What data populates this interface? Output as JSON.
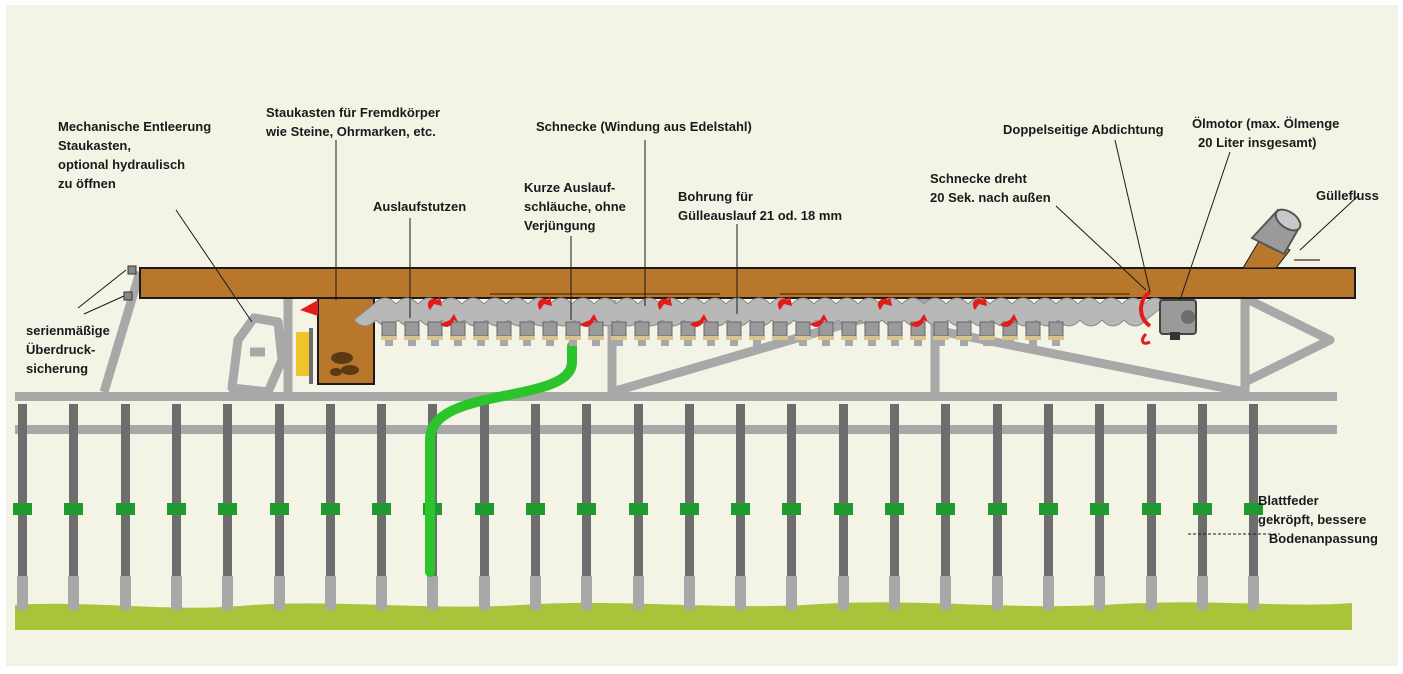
{
  "labels": {
    "mech": [
      "Mechanische Entleerung",
      "Staukasten,",
      "optional hydraulisch",
      "zu öffnen"
    ],
    "stau": [
      "Staukasten für Fremdkörper",
      "wie Steine, Ohrmarken, etc."
    ],
    "schnecke": [
      "Schnecke (Windung aus Edelstahl)"
    ],
    "doppel": [
      "Doppelseitige Abdichtung"
    ],
    "oelmotor": [
      "Ölmotor (max. Ölmenge",
      "20 Liter insgesamt)"
    ],
    "dreht": [
      "Schnecke dreht",
      "20 Sek. nach außen"
    ],
    "guellefluss": [
      "Güllefluss"
    ],
    "auslaufstutzen": [
      "Auslaufstutzen"
    ],
    "kurze": [
      "Kurze Auslauf-",
      "schläuche, ohne",
      "Verjüngung"
    ],
    "bohrung": [
      "Bohrung für",
      "Gülleauslauf 21 od. 18 mm"
    ],
    "serien": [
      "serienmäßige",
      "Überdruck-",
      "sicherung"
    ],
    "blatt": [
      "Blattfeder",
      "gekröpft, bessere",
      "Bodenanpassung"
    ]
  },
  "colors": {
    "background": "#f3f4e6",
    "beam": "#b8772b",
    "frame": "#a8a8a8",
    "rod": "#6d6d6d",
    "clip": "#1e9a2f",
    "hose": "#2bc52b",
    "ground": "#a8c43a",
    "arrow": "#e21b1b",
    "buffer": "#f0c42c",
    "nozzle": "#d9c490"
  },
  "icons": {
    "flow": "arrow-icon",
    "motor": "motor-icon"
  }
}
